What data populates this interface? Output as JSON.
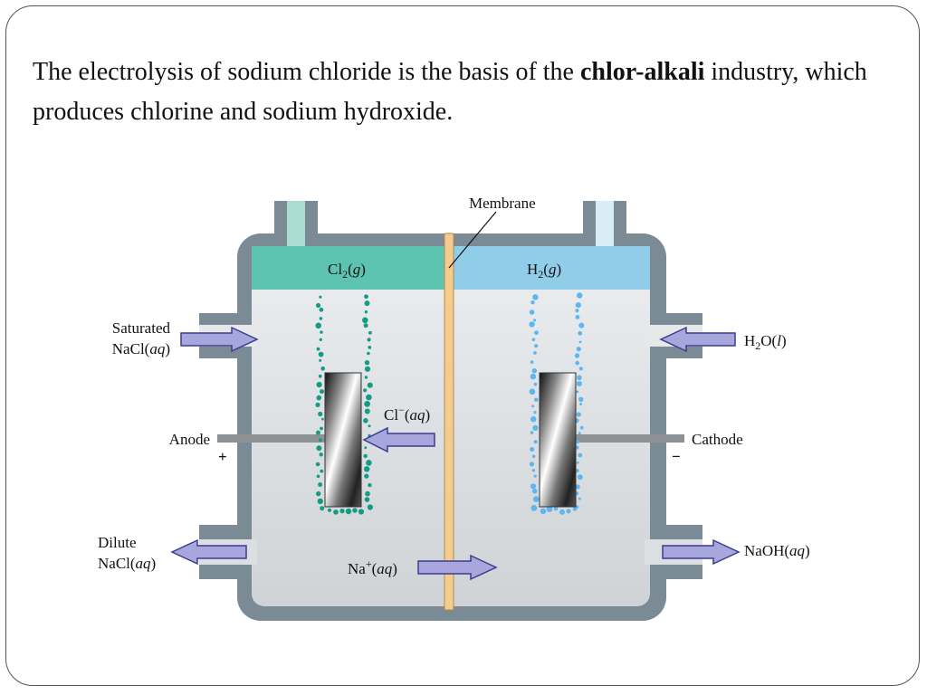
{
  "heading": {
    "part1": "The electrolysis of sodium chloride is the basis of the ",
    "bold": "chlor-alkali",
    "part2": " industry, which produces chlorine and sodium hydroxide."
  },
  "diagram": {
    "membrane": "Membrane",
    "gas_left": {
      "base": "Cl",
      "sub": "2",
      "open": "(",
      "state": "g",
      "close": ")"
    },
    "gas_right": {
      "base": "H",
      "sub": "2",
      "open": "(",
      "state": "g",
      "close": ")"
    },
    "inlet_left": {
      "line1": "Saturated",
      "line2_base": "NaCl(",
      "line2_state": "aq",
      "line2_close": ")"
    },
    "inlet_right": {
      "base": "H",
      "sub": "2",
      "mid": "O(",
      "state": "l",
      "close": ")"
    },
    "outlet_left": {
      "line1": "Dilute",
      "line2_base": "NaCl(",
      "line2_state": "aq",
      "line2_close": ")"
    },
    "outlet_right": {
      "base": "NaOH(",
      "state": "aq",
      "close": ")"
    },
    "ion_cl": {
      "base": "Cl",
      "sup": "−",
      "open": "(",
      "state": "aq",
      "close": ")"
    },
    "ion_na": {
      "base": "Na",
      "sup": "+",
      "open": "(",
      "state": "aq",
      "close": ")"
    },
    "anode": "Anode",
    "cathode": "Cathode",
    "plus": "+",
    "minus": "−",
    "colors": {
      "chlorine_gas": "#5cc4b0",
      "hydrogen_gas": "#8fcde8",
      "solution": "#dcdfe2",
      "wall": "#7b8b96",
      "membrane": "#f4cc8e",
      "arrow": "#a7a7dd",
      "arrow_stroke": "#3c3c92",
      "cl_bubbles": "#149b84",
      "h_bubbles": "#5fb6ee"
    }
  }
}
